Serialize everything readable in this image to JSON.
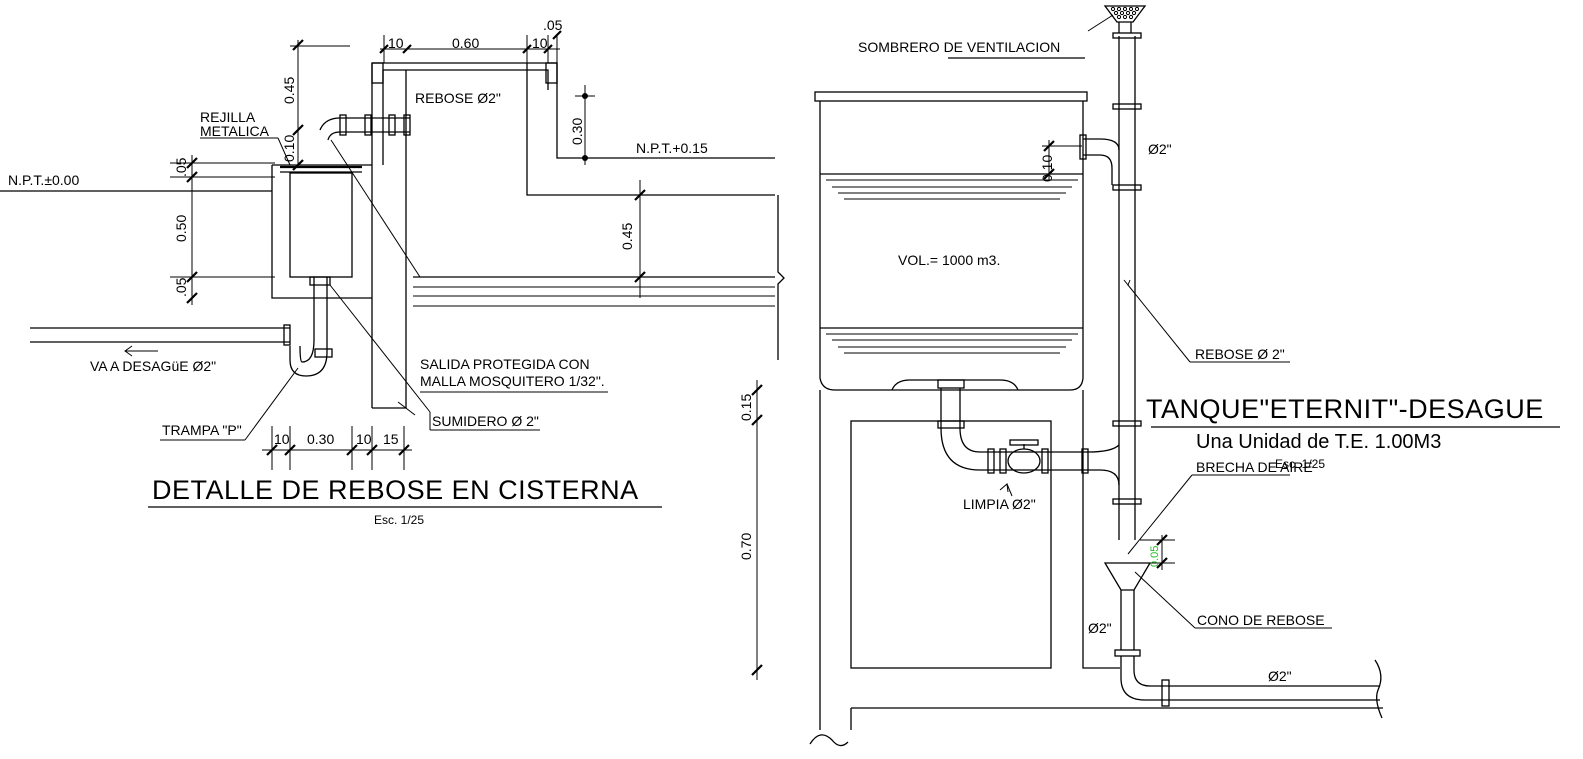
{
  "left_detail": {
    "title": "DETALLE DE REBOSE EN CISTERNA",
    "scale": "Esc. 1/25",
    "labels": {
      "rejilla_1": "REJILLA",
      "rejilla_2": "METALICA",
      "rebose": "REBOSE Ø2\"",
      "npt_0": "N.P.T.±0.00",
      "npt_015": "N.P.T.+0.15",
      "va_desague": "VA A DESAGüE  Ø2\"",
      "trampa": "TRAMPA \"P\"",
      "salida_1": "SALIDA PROTEGIDA CON",
      "salida_2": "MALLA MOSQUITERO 1/32\".",
      "sumidero": "SUMIDERO Ø 2\""
    },
    "dims": {
      "top_10a": "10",
      "top_060": "0.60",
      "top_10b": "10",
      "top_05": ".05",
      "v_045a": "0.45",
      "v_010": "0.10",
      "v_05a": ".05",
      "v_050": "0.50",
      "v_05b": ".05",
      "v_030": "0.30",
      "v_045b": "0.45",
      "b_10a": "10",
      "b_030": "0.30",
      "b_10b": "10",
      "b_15": "15"
    }
  },
  "right_detail": {
    "title": "TANQUE\"ETERNIT\"-DESAGUE",
    "subtitle": "Una Unidad de T.E. 1.00M3",
    "scale": "Esc. 1/25",
    "labels": {
      "sombrero": "SOMBRERO DE VENTILACION",
      "vol": "VOL.= 1000 m3.",
      "d2_top": "Ø2\"",
      "rebose": "REBOSE Ø 2\"",
      "brecha": "BRECHA DE AIRE",
      "limpia": "LIMPIA Ø2\"",
      "cono": "CONO DE REBOSE",
      "d2_left": "Ø2\"",
      "d2_bottom": "Ø2\""
    },
    "dims": {
      "v_010": "0.10",
      "v_015": "0.15",
      "v_070": "0.70",
      "v_005": "0.05"
    }
  },
  "colors": {
    "line": "#000000",
    "accent_dim": "#22bb22",
    "background": "#ffffff"
  }
}
